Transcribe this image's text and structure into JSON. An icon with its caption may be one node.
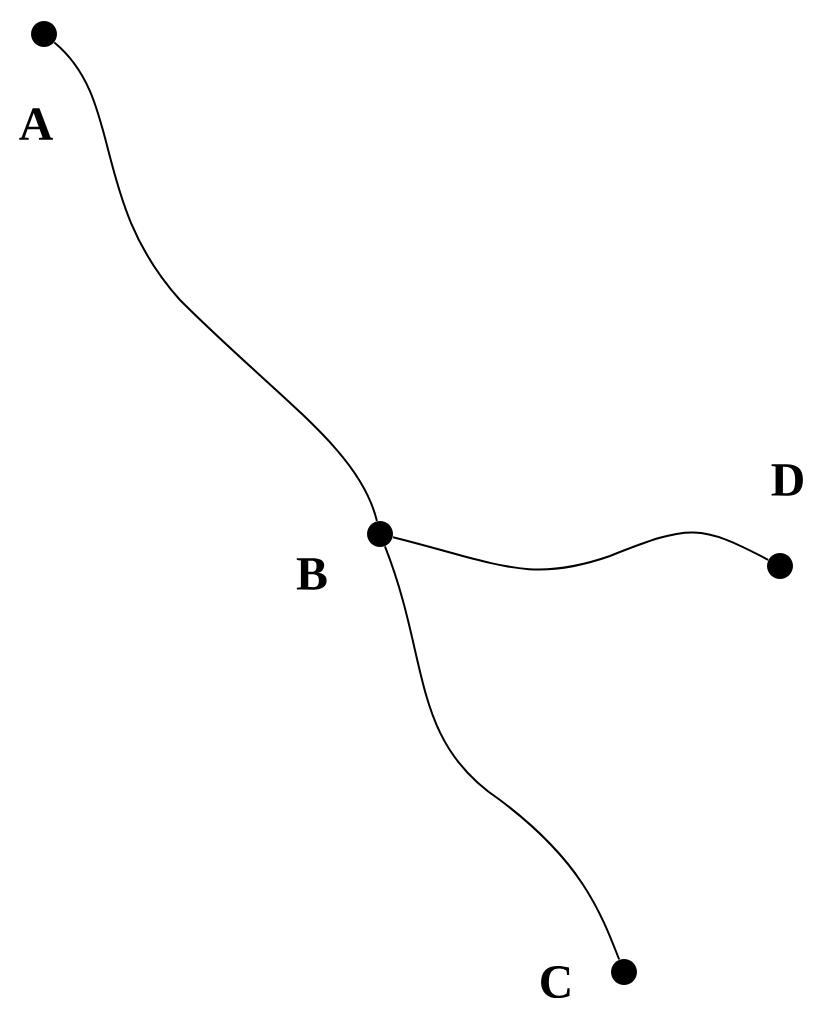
{
  "diagram": {
    "nodes": [
      {
        "text": [],
        "shape": "circle",
        "beside": [
          "A"
        ]
      },
      {
        "text": [],
        "shape": "circle",
        "beside": [
          "B"
        ]
      },
      {
        "text": [],
        "shape": "circle",
        "beside": [
          "D"
        ]
      },
      {
        "text": [],
        "shape": "circle",
        "beside": [
          "C"
        ]
      }
    ],
    "edges": [
      {
        "from": 0,
        "to": 1,
        "arrow": "none"
      },
      {
        "from": 1,
        "to": 2,
        "arrow": "none"
      },
      {
        "from": 1,
        "to": 3,
        "arrow": "none"
      }
    ]
  }
}
